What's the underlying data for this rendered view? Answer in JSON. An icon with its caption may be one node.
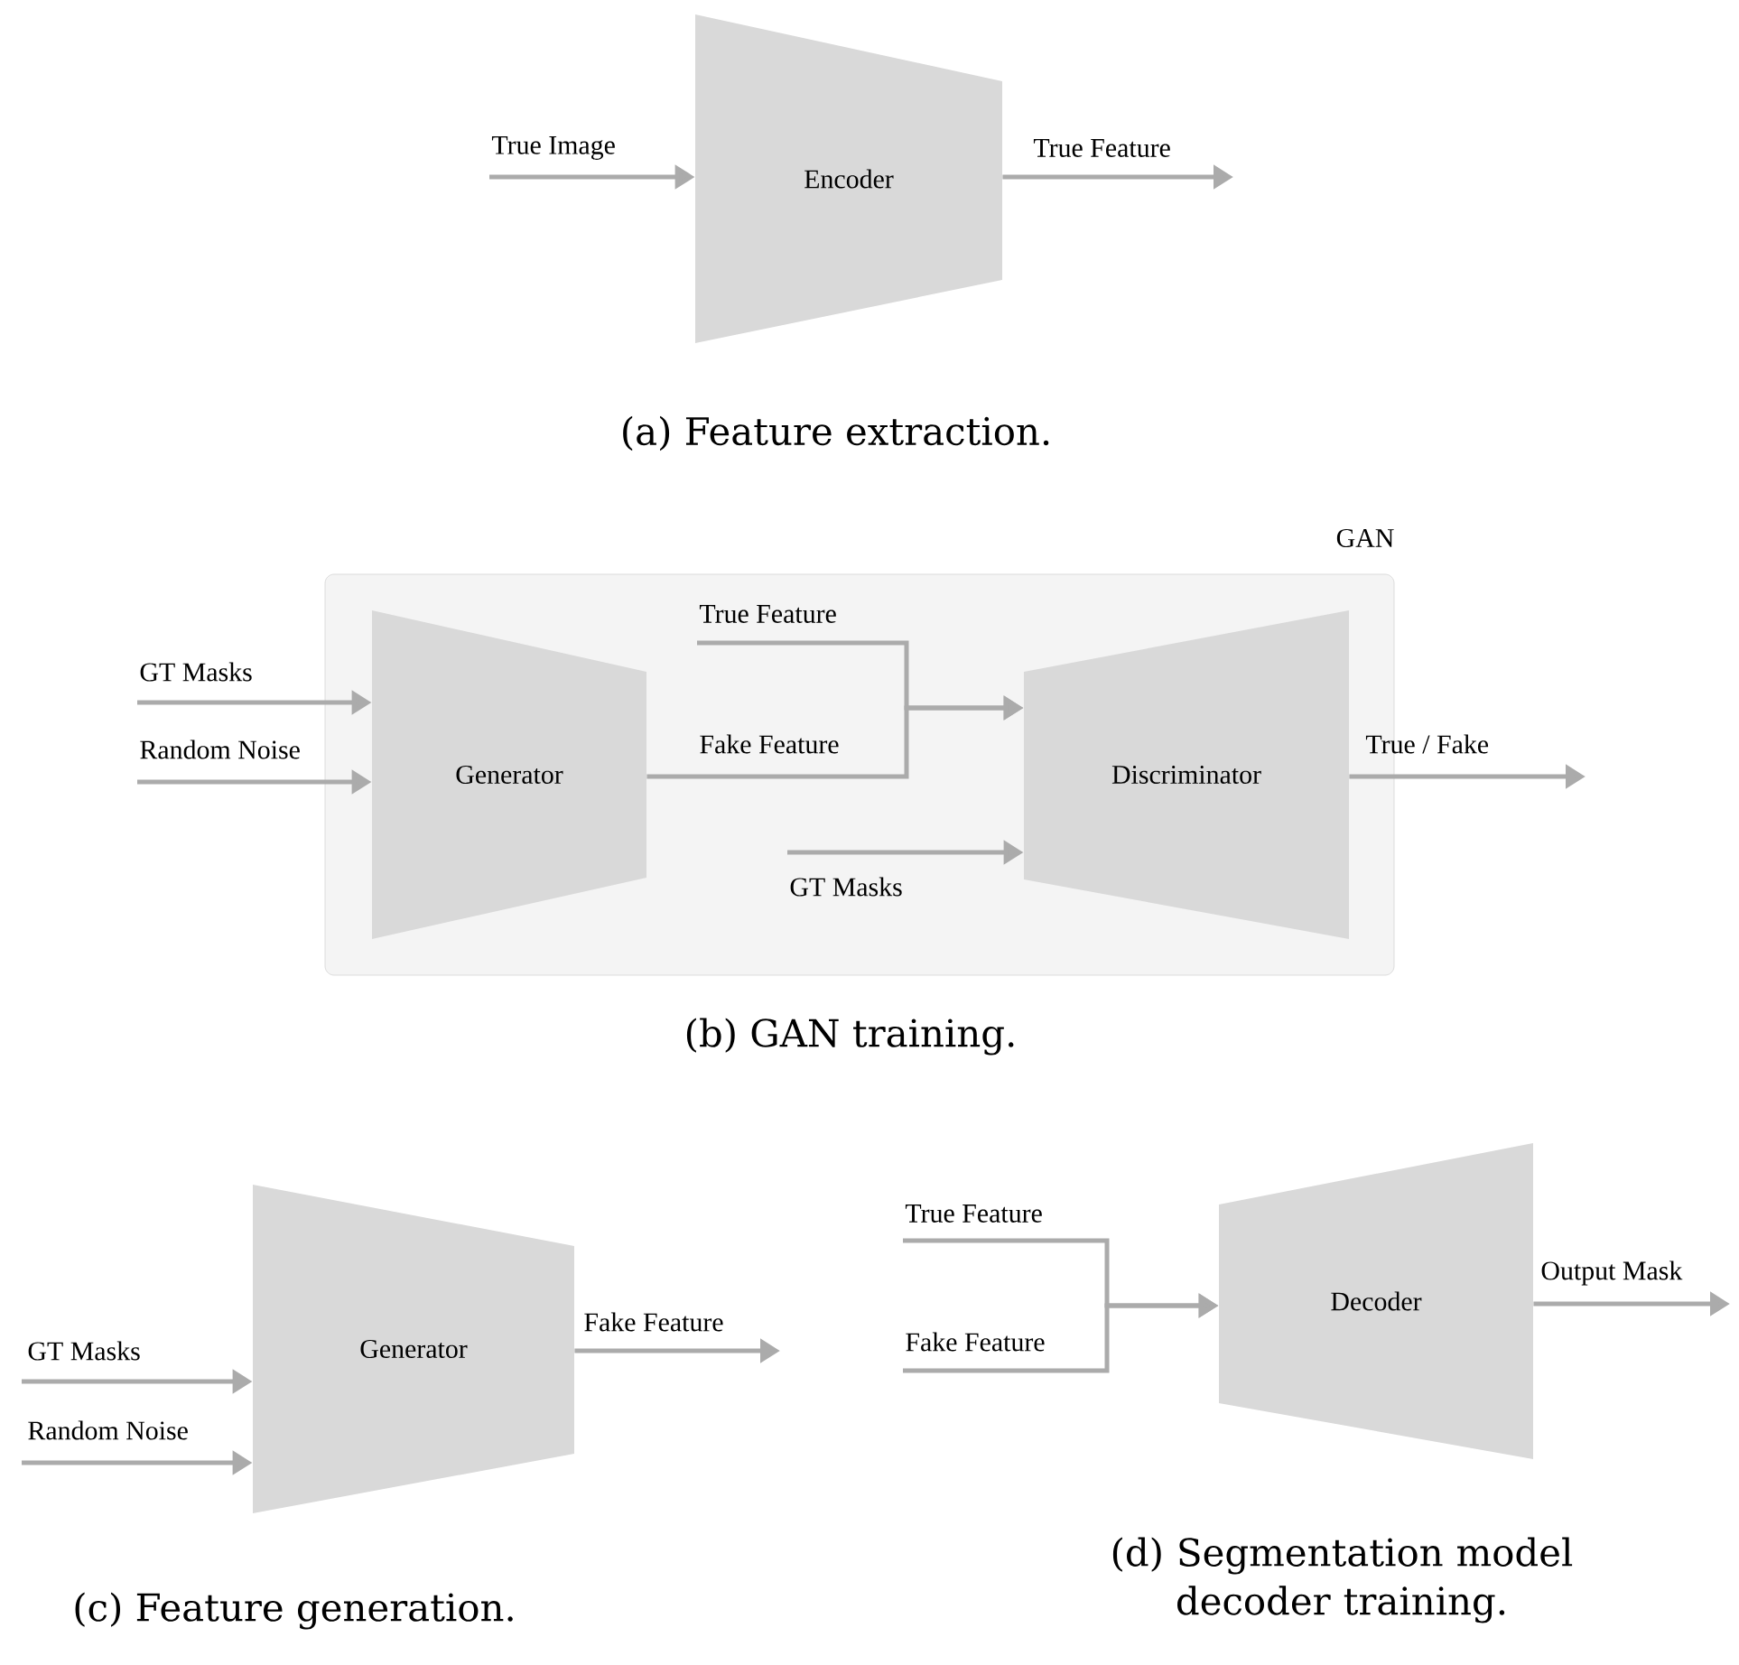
{
  "diagram": {
    "nodes": [
      {
        "text": [
          "Encoder"
        ]
      },
      {
        "text": [
          "GAN"
        ]
      },
      {
        "text": [
          "Generator"
        ],
        "in": 1
      },
      {
        "text": [
          "Discriminator"
        ],
        "in": 1
      },
      {
        "text": [
          "Generator"
        ]
      },
      {
        "text": [
          "Decoder"
        ]
      }
    ],
    "edges": [
      {
        "from": null,
        "to": 0,
        "arrow": "to",
        "label": "True Image"
      },
      {
        "from": 0,
        "to": null,
        "arrow": "to",
        "label": "True Feature"
      },
      {
        "from": null,
        "to": 2,
        "arrow": "to",
        "label": "GT Masks"
      },
      {
        "from": null,
        "to": 2,
        "arrow": "to",
        "label": "Random Noise"
      },
      {
        "from": 2,
        "to": 3,
        "arrow": "to",
        "label": "Fake Feature"
      },
      {
        "from": null,
        "to": 3,
        "arrow": "to",
        "label": "True Feature"
      },
      {
        "from": null,
        "to": 3,
        "arrow": "to",
        "label": "GT Masks"
      },
      {
        "from": 3,
        "to": null,
        "arrow": "to",
        "label": "True / Fake"
      },
      {
        "from": null,
        "to": 4,
        "arrow": "to",
        "label": "GT Masks"
      },
      {
        "from": null,
        "to": 4,
        "arrow": "to",
        "label": "Random Noise"
      },
      {
        "from": 4,
        "to": null,
        "arrow": "to",
        "label": "Fake Feature"
      },
      {
        "from": null,
        "to": 5,
        "arrow": "to",
        "label": "True Feature"
      },
      {
        "from": null,
        "to": 5,
        "arrow": "to",
        "label": "Fake Feature"
      },
      {
        "from": 5,
        "to": null,
        "arrow": "to",
        "label": "Output Mask"
      }
    ],
    "labels": [
      "(a) Feature extraction.",
      "(b) GAN training.",
      "(c) Feature generation.",
      "(d) Segmentation model decoder training."
    ]
  }
}
